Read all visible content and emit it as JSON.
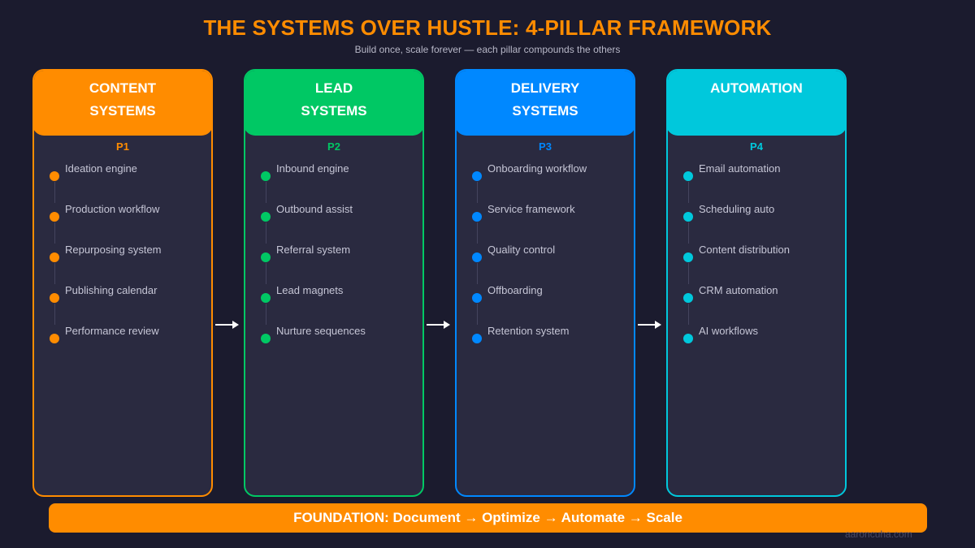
{
  "header": {
    "title": "THE SYSTEMS OVER HUSTLE: 4-PILLAR FRAMEWORK",
    "subtitle": "Build once, scale forever — each pillar compounds the others"
  },
  "colors": {
    "background": "#1b1b2e",
    "card": "#2a2a40",
    "accent": "#ff8c00"
  },
  "pillars": [
    {
      "title_line1": "CONTENT",
      "title_line2": "SYSTEMS",
      "tag": "P1",
      "color": "#ff8c00",
      "items": [
        "Ideation engine",
        "Production workflow",
        "Repurposing system",
        "Publishing calendar",
        "Performance review"
      ]
    },
    {
      "title_line1": "LEAD",
      "title_line2": "SYSTEMS",
      "tag": "P2",
      "color": "#00c864",
      "items": [
        "Inbound engine",
        "Outbound assist",
        "Referral system",
        "Lead magnets",
        "Nurture sequences"
      ]
    },
    {
      "title_line1": "DELIVERY",
      "title_line2": "SYSTEMS",
      "tag": "P3",
      "color": "#0088ff",
      "items": [
        "Onboarding workflow",
        "Service framework",
        "Quality control",
        "Offboarding",
        "Retention system"
      ]
    },
    {
      "title_line1": "AUTOMATION",
      "title_line2": "",
      "tag": "P4",
      "color": "#00c8dc",
      "items": [
        "Email automation",
        "Scheduling auto",
        "Content distribution",
        "CRM automation",
        "AI workflows"
      ]
    }
  ],
  "foundation": {
    "label": "FOUNDATION: Document → Optimize → Automate → Scale"
  },
  "watermark": "aaroncuha.com"
}
